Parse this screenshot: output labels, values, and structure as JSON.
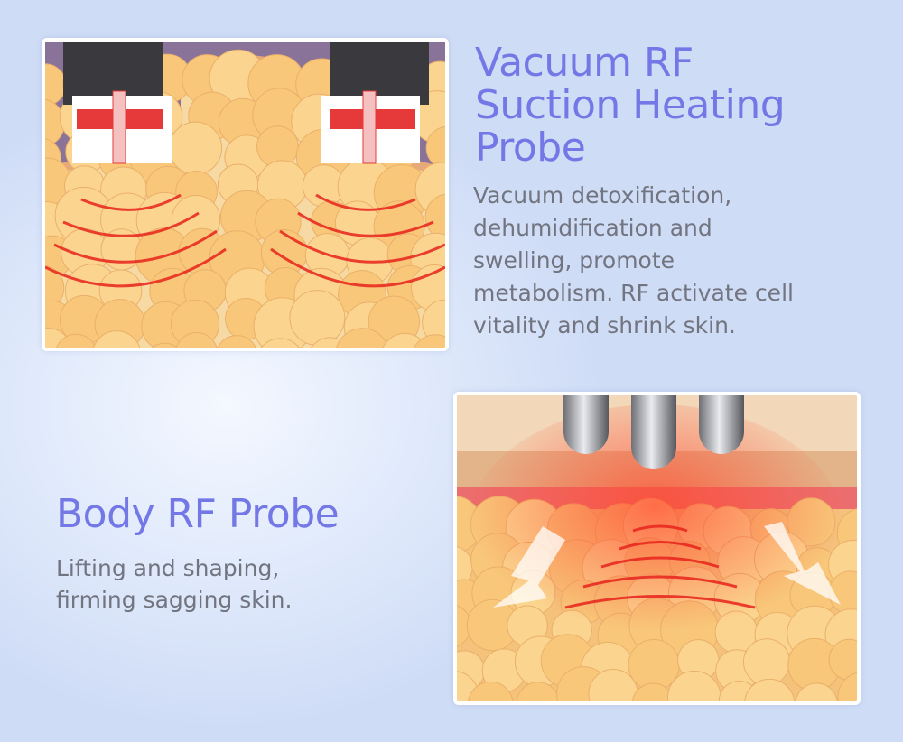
{
  "sections": [
    {
      "title_lines": [
        "Vacuum RF",
        "Suction Heating",
        "Probe"
      ],
      "description_lines": [
        "Vacuum detoxification,",
        "dehumidification and",
        "swelling, promote",
        "metabolism. RF activate cell",
        "vitality and shrink skin."
      ]
    },
    {
      "title_lines": [
        "Body RF Probe"
      ],
      "description_lines": [
        "Lifting and shaping,",
        "firming sagging skin."
      ]
    }
  ],
  "colors": {
    "title": "#7378e6",
    "description": "#727580",
    "fat": "#f9c878",
    "heat": "#e8231c"
  }
}
